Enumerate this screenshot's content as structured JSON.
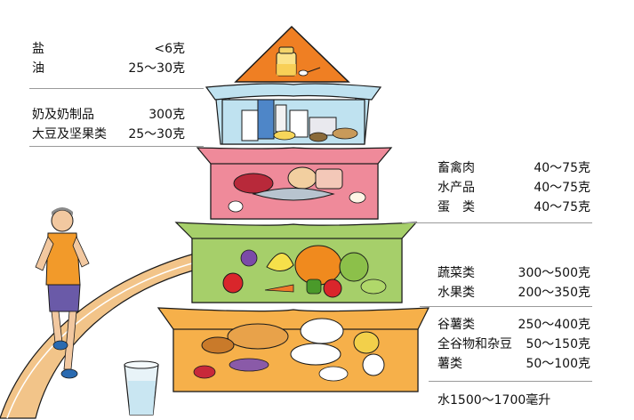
{
  "colors": {
    "tier1": "#ef7f23",
    "tier2": "#bfe2f0",
    "tier3": "#ef8a9a",
    "tier4": "#a6cf6a",
    "tier5": "#f6b04a",
    "outline": "#1a1a1a",
    "track": "#f2c489"
  },
  "left_top": [
    {
      "name": "盐",
      "value": "<6克"
    },
    {
      "name": "油",
      "value": "25～30克"
    }
  ],
  "left_mid": [
    {
      "name": "奶及奶制品",
      "value": "300克"
    },
    {
      "name": "大豆及坚果类",
      "value": "25～30克"
    }
  ],
  "right_meat": [
    {
      "name": "畜禽肉",
      "value": "40～75克"
    },
    {
      "name": "水产品",
      "value": "40～75克"
    },
    {
      "name": "蛋　类",
      "value": "40～75克"
    }
  ],
  "right_veg": [
    {
      "name": "蔬菜类",
      "value": "300～500克"
    },
    {
      "name": "水果类",
      "value": "200～350克"
    }
  ],
  "right_grain": [
    {
      "name": "谷薯类",
      "value": "250～400克"
    },
    {
      "name": "全谷物和杂豆",
      "value": "50～150克"
    },
    {
      "name": "薯类",
      "value": "50～100克"
    }
  ],
  "water": "水1500～1700毫升",
  "icons": [
    "runner-figure",
    "water-glass",
    "oil-jar-icon",
    "salt-spoon-icon",
    "dairy-icon",
    "meat-fish-egg-icon",
    "vegetable-fruit-icon",
    "grain-icon"
  ]
}
